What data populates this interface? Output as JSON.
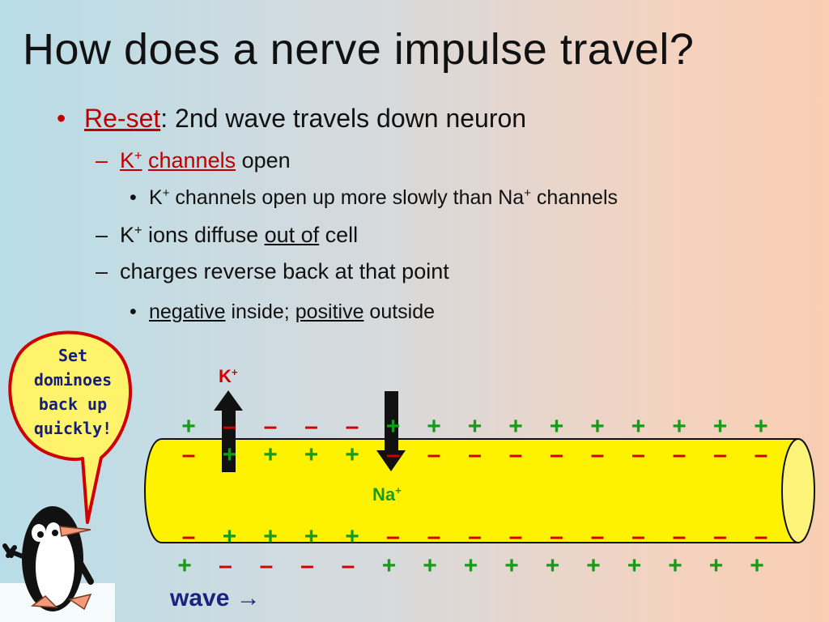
{
  "slide": {
    "title": "How does a nerve impulse travel?",
    "bullet1": {
      "label": "Re-set",
      "rest": ": 2nd wave travels down neuron"
    },
    "sub1": {
      "k": "K",
      "sup": "+",
      "channels": "channels",
      "rest": " open"
    },
    "sub1_detail": {
      "a": "K",
      "sup1": "+",
      "b": " channels open up more slowly than Na",
      "sup2": "+",
      "c": " channels"
    },
    "sub2": {
      "a": "K",
      "sup": "+",
      "b": " ions diffuse ",
      "u": "out of",
      "c": " cell"
    },
    "sub3": {
      "text": "charges reverse back at that point"
    },
    "sub3_detail": {
      "neg": "negative",
      "mid": " inside; ",
      "pos": "positive",
      "end": " outside"
    }
  },
  "bullets": {
    "main": "•",
    "dash": "–",
    "small": "•"
  },
  "bubble": {
    "line1": "Set",
    "line2": "dominoes",
    "line3": "back up",
    "line4": "quickly!"
  },
  "diagram": {
    "k_label": "K",
    "k_sup": "+",
    "na_label": "Na",
    "na_sup": "+",
    "wave_label": "wave →",
    "rows": {
      "outer_top": [
        "+",
        "–",
        "–",
        "–",
        "–",
        "+",
        "+",
        "+",
        "+",
        "+",
        "+",
        "+",
        "+",
        "+",
        "+"
      ],
      "inner_top": [
        "–",
        "+",
        "+",
        "+",
        "+",
        "–",
        "–",
        "–",
        "–",
        "–",
        "–",
        "–",
        "–",
        "–",
        "–"
      ],
      "inner_bottom": [
        "–",
        "+",
        "+",
        "+",
        "+",
        "–",
        "–",
        "–",
        "–",
        "–",
        "–",
        "–",
        "–",
        "–",
        "–"
      ],
      "outer_bottom": [
        "+",
        "–",
        "–",
        "–",
        "–",
        "+",
        "+",
        "+",
        "+",
        "+",
        "+",
        "+",
        "+",
        "+",
        "+"
      ]
    }
  },
  "colors": {
    "plus": "#1a9a1a",
    "minus": "#d00000",
    "axon_fill": "#fff200",
    "axon_end": "#fff47a",
    "bubble_fill": "#fff36b",
    "bubble_stroke": "#d00000",
    "wave_text": "#1a237e"
  }
}
